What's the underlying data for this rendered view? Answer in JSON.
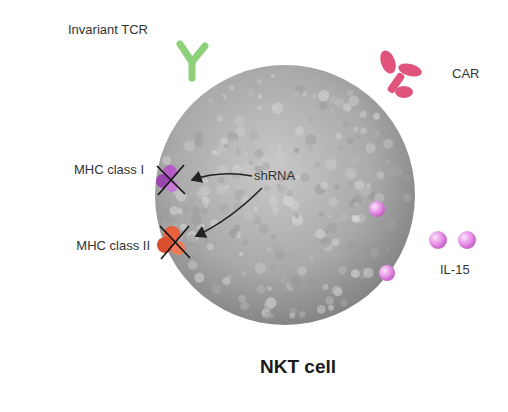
{
  "diagram": {
    "caption": "NKT cell",
    "labels": [
      "Invariant TCR",
      "CAR",
      "MHC class I",
      "shRNA",
      "MHC class II",
      "IL-15"
    ]
  }
}
